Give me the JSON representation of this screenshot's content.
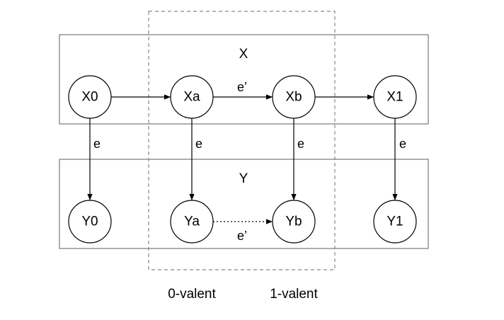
{
  "groups": {
    "x": "X",
    "y": "Y"
  },
  "nodes": {
    "X0": "X0",
    "Xa": "Xa",
    "Xb": "Xb",
    "X1": "X1",
    "Y0": "Y0",
    "Ya": "Ya",
    "Yb": "Yb",
    "Y1": "Y1"
  },
  "edges": {
    "xa_xb": "e’",
    "ya_yb": "e’",
    "x0_y0": "e",
    "xa_ya": "e",
    "xb_yb": "e",
    "x1_y1": "e"
  },
  "valency": {
    "zero": "0-valent",
    "one": "1-valent"
  }
}
